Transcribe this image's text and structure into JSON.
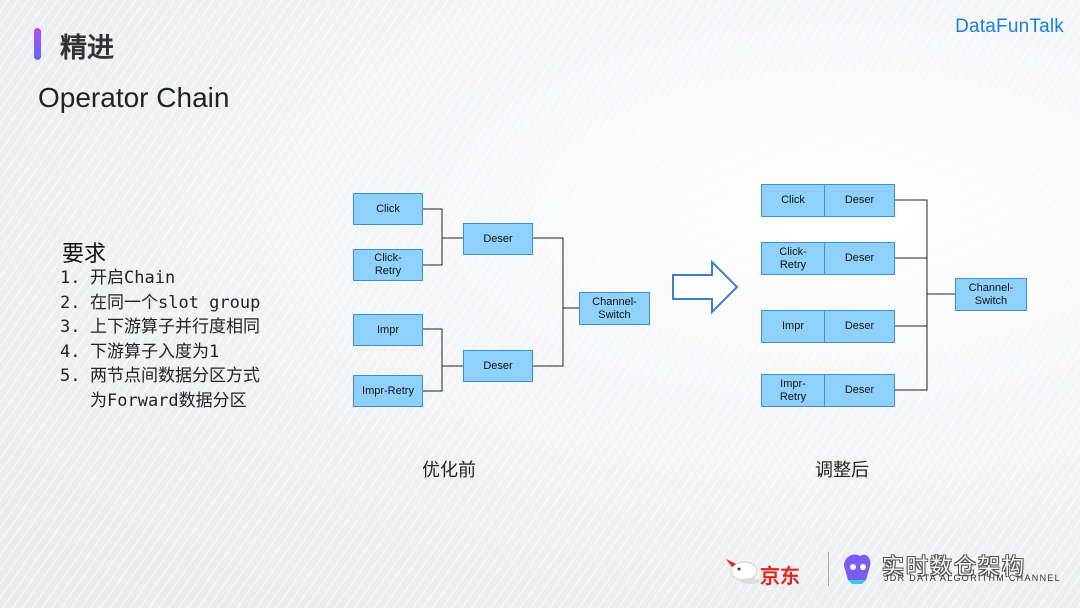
{
  "header": {
    "section_title": "精进",
    "brand": "DataFunTalk"
  },
  "slide_title": "Operator Chain",
  "requirements": {
    "title": "要求",
    "items": [
      {
        "num": "1.",
        "text": "开启Chain"
      },
      {
        "num": "2.",
        "text": "在同一个slot group"
      },
      {
        "num": "3.",
        "text": "上下游算子并行度相同"
      },
      {
        "num": "4.",
        "text": "下游算子入度为1"
      },
      {
        "num": "5.",
        "text": "两节点间数据分区方式"
      },
      {
        "num": "",
        "text": "为Forward数据分区"
      }
    ]
  },
  "before": {
    "caption": "优化前",
    "sources": [
      "Click",
      "Click-\nRetry",
      "Impr",
      "Impr-Retry"
    ],
    "deser": [
      "Deser",
      "Deser"
    ],
    "sink": "Channel-\nSwitch"
  },
  "after": {
    "caption": "调整后",
    "rows": [
      {
        "source": "Click",
        "deser": "Deser"
      },
      {
        "source": "Click-\nRetry",
        "deser": "Deser"
      },
      {
        "source": "Impr",
        "deser": "Deser"
      },
      {
        "source": "Impr-\nRetry",
        "deser": "Deser"
      }
    ],
    "sink": "Channel-\nSwitch"
  },
  "footer": {
    "jd_label": "京东",
    "channel_name": "实时数仓架构",
    "channel_sub": "JDR DATA ALGORITHM CHANNEL"
  },
  "colors": {
    "box_fill": "#8fd1fb",
    "box_border": "#3c8fd0",
    "brand": "#1a7fd6",
    "jd_red": "#e1251b"
  }
}
